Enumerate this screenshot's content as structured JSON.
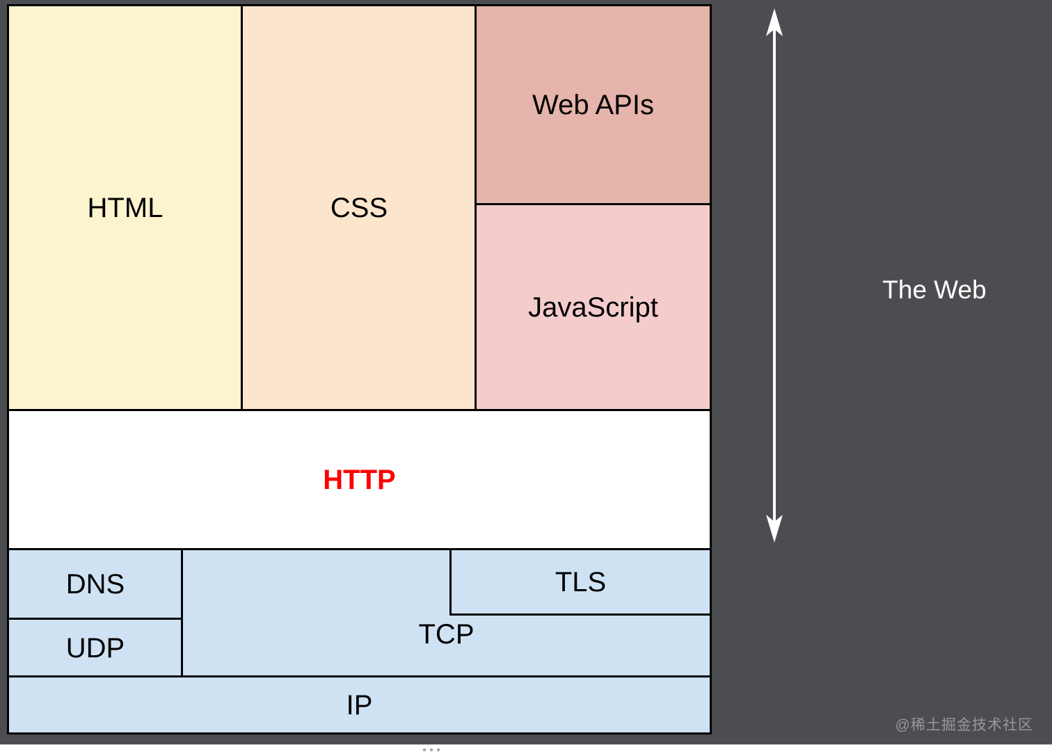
{
  "diagram": {
    "title_semantic": "web-technology-stack",
    "blocks": {
      "html": {
        "label": "HTML",
        "color": "#fcf3cf"
      },
      "css": {
        "label": "CSS",
        "color": "#fce5cd"
      },
      "web_apis": {
        "label": "Web APIs",
        "color": "#e5b4ab"
      },
      "javascript": {
        "label": "JavaScript",
        "color": "#f4cccc"
      },
      "http": {
        "label": "HTTP",
        "color": "#ffffff",
        "text_color": "#ff0000"
      },
      "dns": {
        "label": "DNS",
        "color": "#cfe2f3"
      },
      "udp": {
        "label": "UDP",
        "color": "#cfe2f3"
      },
      "tcp": {
        "label": "TCP",
        "color": "#cfe2f3"
      },
      "tls": {
        "label": "TLS",
        "color": "#cfe2f3"
      },
      "ip": {
        "label": "IP",
        "color": "#cfe2f3"
      }
    },
    "annotation": {
      "label": "The Web",
      "color": "#ffffff",
      "arrow": "vertical-double-headed"
    },
    "border_color": "#000000",
    "background_color": "#4b4d50"
  },
  "watermark": {
    "text": "@稀土掘金技术社区"
  },
  "footer": {
    "handle": "ellipsis-drag-handle"
  }
}
